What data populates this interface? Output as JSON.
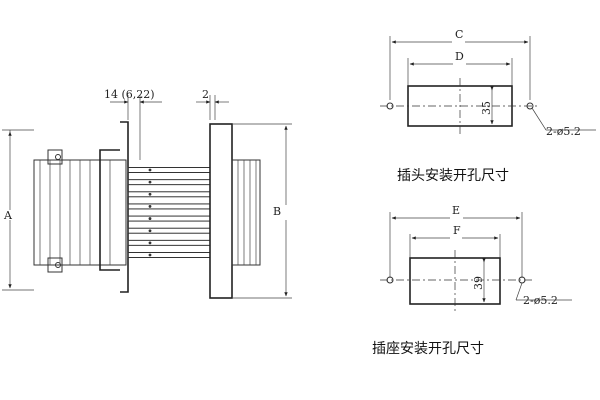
{
  "left_view": {
    "dim_pitch": "14 (6,22)",
    "dim_gap": "2",
    "dim_a": "A",
    "dim_b": "B"
  },
  "plug_cutout": {
    "dim_c": "C",
    "dim_d": "D",
    "dim_height": "35",
    "hole_note": "2-ø5.2",
    "caption": "插头安装开孔尺寸"
  },
  "socket_cutout": {
    "dim_e": "E",
    "dim_f": "F",
    "dim_height": "39",
    "hole_note": "2-ø5.2",
    "caption": "插座安装开孔尺寸"
  },
  "pins": {
    "count": 8
  }
}
